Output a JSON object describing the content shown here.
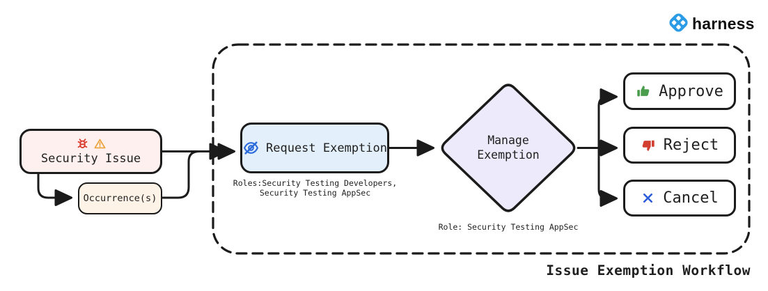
{
  "brand": {
    "name": "harness",
    "logo_color": "#2b9be6"
  },
  "workflow": {
    "title": "Issue Exemption Workflow",
    "container_style": "dashed-rounded-rectangle",
    "colors": {
      "border": "#1b1b1b",
      "security_issue_bg": "#fdf0ee",
      "occurrences_bg": "#fdf3e6",
      "request_exemption_bg": "#e3f0fb",
      "manage_exemption_bg": "#edebfb",
      "action_box_bg": "#ffffff",
      "bug_icon": "#d93a2b",
      "warning_icon": "#eda23b",
      "eye_off_icon": "#2d6bdb",
      "approve_icon": "#4a9d4d",
      "reject_icon": "#d23f31",
      "cancel_icon": "#2b5ddb"
    },
    "nodes": {
      "security_issue": {
        "label": "Security Issue",
        "icons": [
          "bug-icon",
          "warning-icon"
        ]
      },
      "occurrences": {
        "label": "Occurrence(s)"
      },
      "request_exemption": {
        "label": "Request Exemption",
        "icon": "eye-off-icon",
        "note": "Roles:Security Testing Developers,\nSecurity Testing AppSec"
      },
      "manage_exemption": {
        "label": "Manage\nExemption",
        "shape": "diamond",
        "note": "Role: Security Testing AppSec"
      },
      "approve": {
        "label": "Approve",
        "icon": "thumbs-up-icon"
      },
      "reject": {
        "label": "Reject",
        "icon": "thumbs-down-icon"
      },
      "cancel": {
        "label": "Cancel",
        "icon": "x-icon"
      }
    }
  }
}
